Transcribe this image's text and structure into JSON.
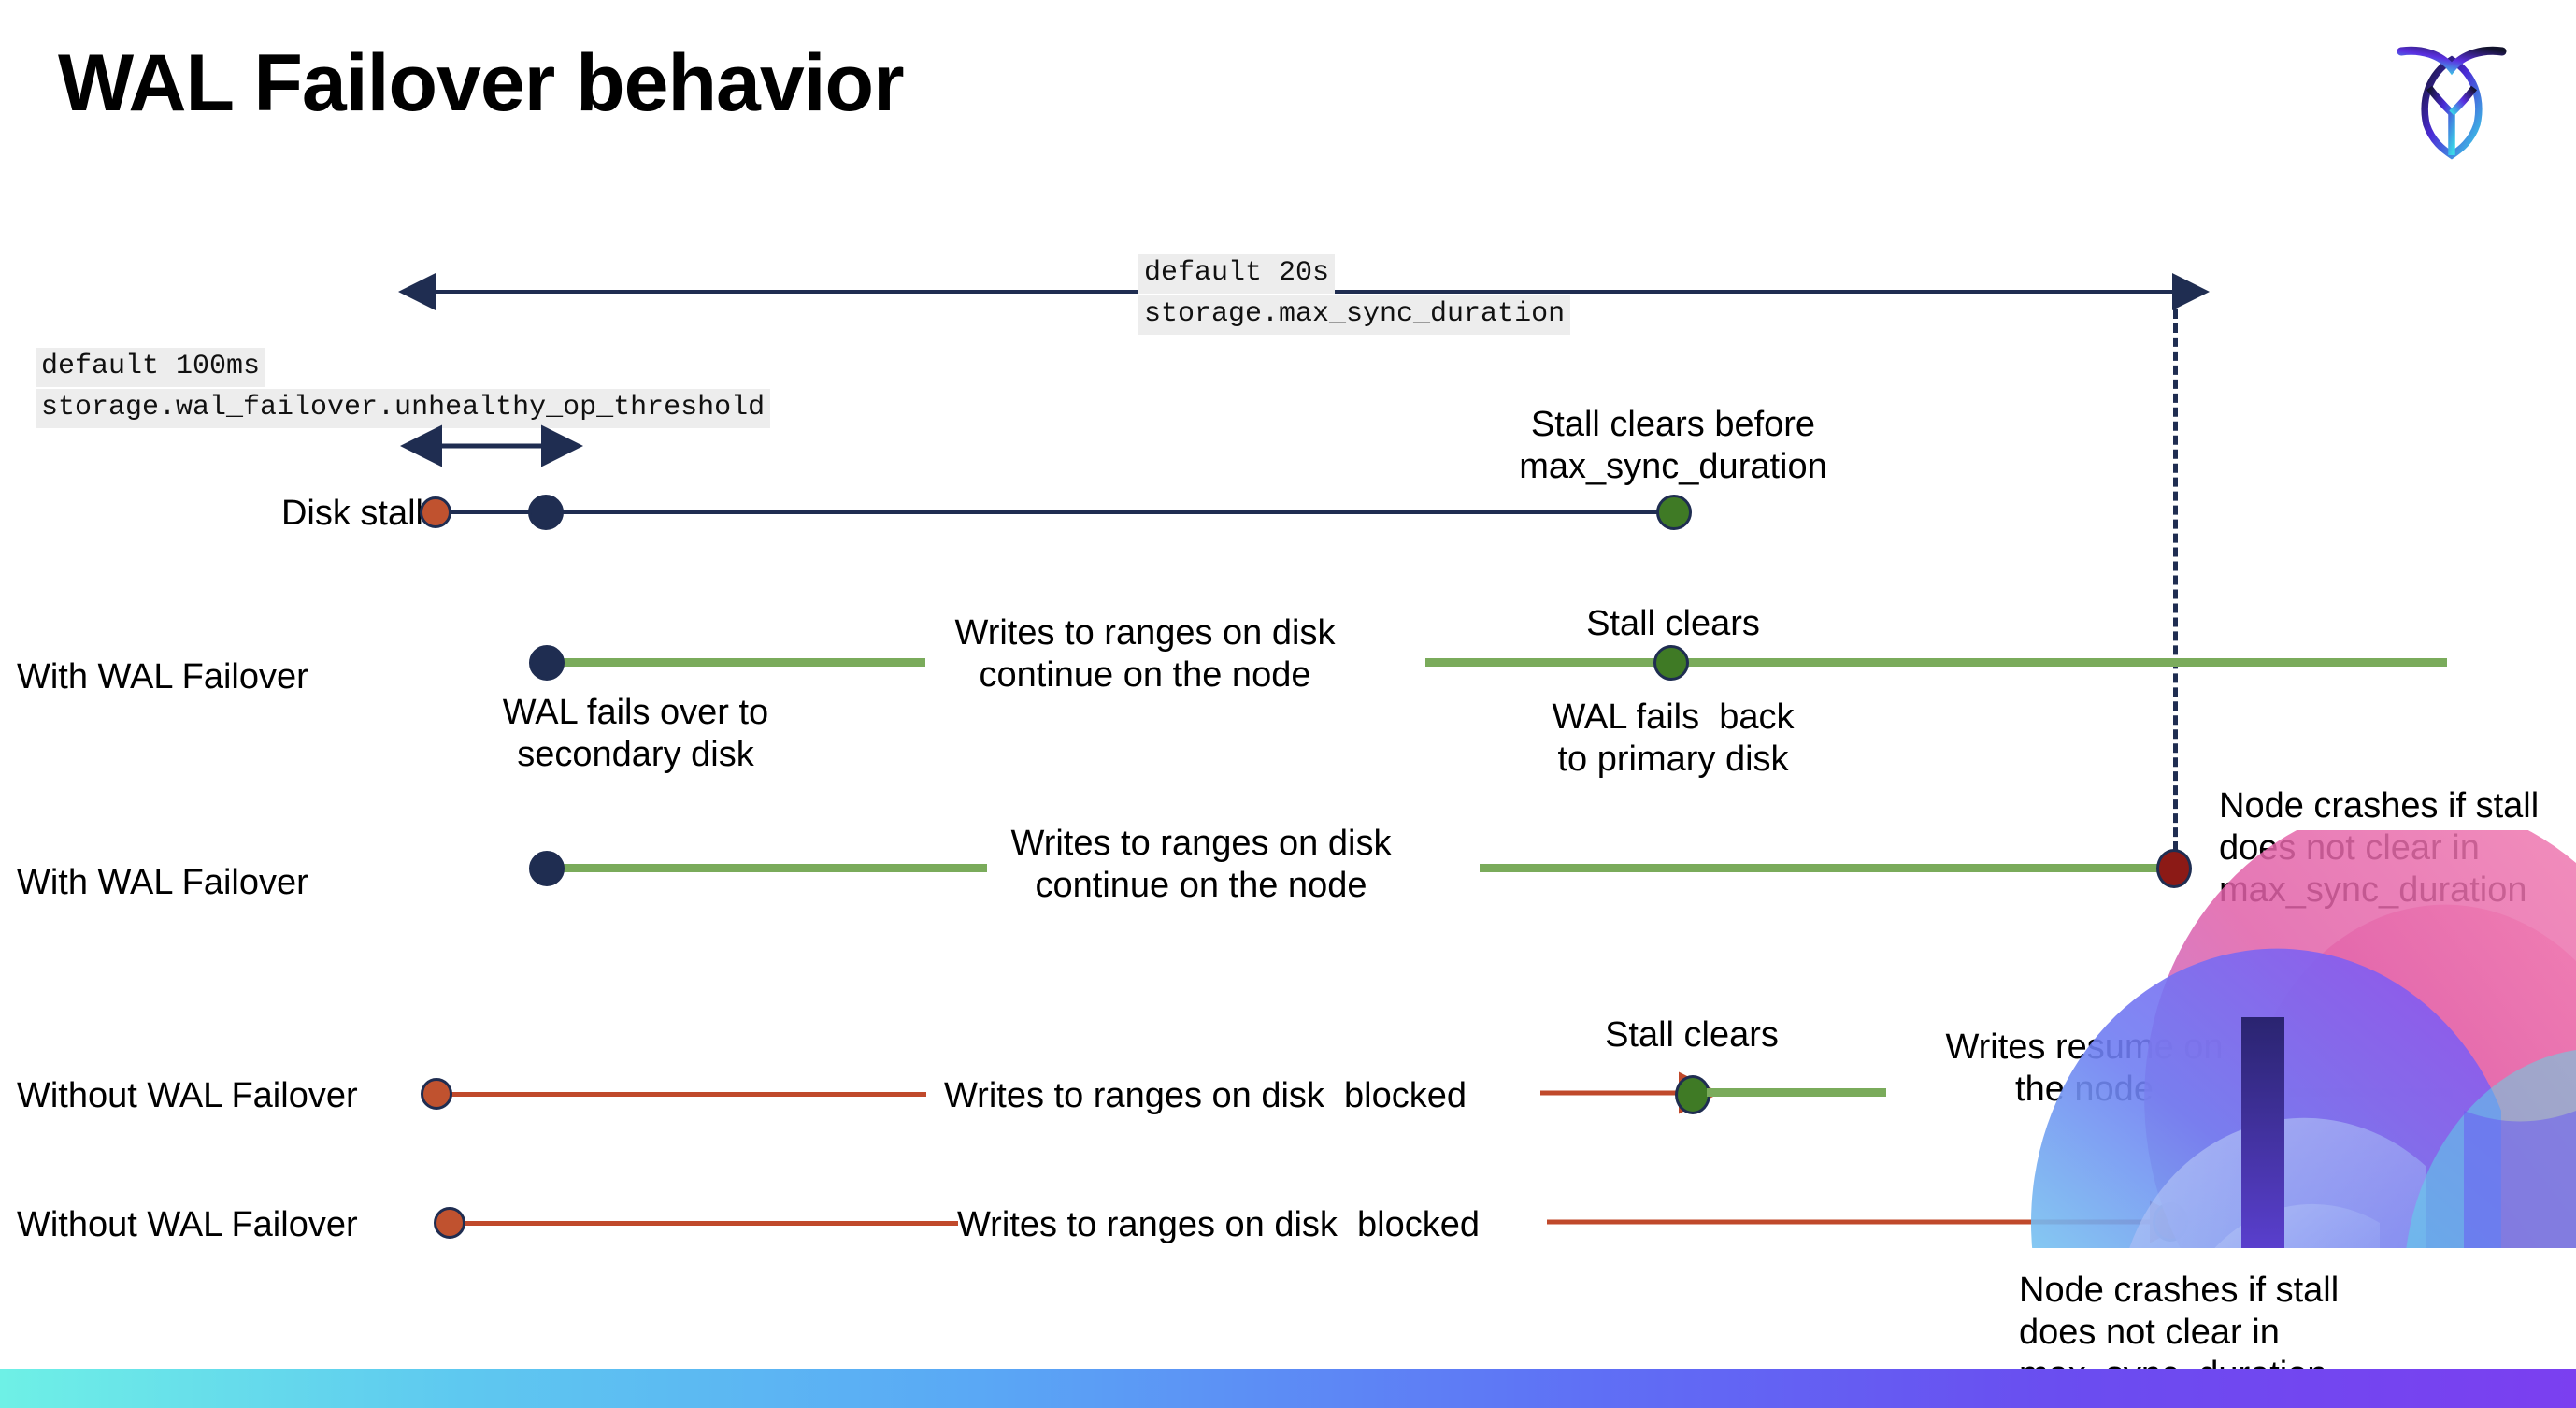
{
  "slide": {
    "title": "WAL Failover behavior",
    "logo_name": "cockroachdb-logo"
  },
  "settings": {
    "max_sync": {
      "default_label": "default 20s",
      "setting_label": "storage.max_sync_duration"
    },
    "unhealthy_op": {
      "default_label": "default 100ms",
      "setting_label": "storage.wal_failover.unhealthy_op_threshold"
    }
  },
  "rows": [
    {
      "id": "disk-stalls",
      "row_label": "Disk stalls",
      "annotations": [
        {
          "id": "stall-clears-before",
          "text": "Stall clears before\nmax_sync_duration"
        }
      ]
    },
    {
      "id": "with-wal-failover-1",
      "row_label": "With WAL Failover",
      "annotations": [
        {
          "id": "wal-fails-over",
          "text": "WAL fails over to\nsecondary disk"
        },
        {
          "id": "writes-continue-1",
          "text": "Writes to ranges on disk\ncontinue on the node"
        },
        {
          "id": "stall-clears-1",
          "text": "Stall clears"
        },
        {
          "id": "wal-fails-back",
          "text": "WAL fails  back\nto primary disk"
        }
      ]
    },
    {
      "id": "with-wal-failover-2",
      "row_label": "With WAL Failover",
      "annotations": [
        {
          "id": "writes-continue-2",
          "text": "Writes to ranges on disk\ncontinue on the node"
        },
        {
          "id": "node-crashes-1",
          "text": "Node crashes if stall\ndoes not clear in\nmax_sync_duration"
        }
      ]
    },
    {
      "id": "without-wal-failover-1",
      "row_label": "Without WAL Failover",
      "annotations": [
        {
          "id": "writes-blocked-1",
          "text": "Writes to ranges on disk  blocked"
        },
        {
          "id": "stall-clears-2",
          "text": "Stall clears"
        },
        {
          "id": "writes-resume",
          "text": "Writes resume on\nthe node"
        }
      ]
    },
    {
      "id": "without-wal-failover-2",
      "row_label": "Without WAL Failover",
      "annotations": [
        {
          "id": "writes-blocked-2",
          "text": "Writes to ranges on disk  blocked"
        },
        {
          "id": "node-crashes-2",
          "text": "Node crashes if stall\ndoes not clear in\nmax_sync_duration"
        }
      ]
    }
  ],
  "colors": {
    "navy": "#1f2d51",
    "green_line": "#7aab5b",
    "green_dot": "#3f7a25",
    "orange_dot": "#c0522f",
    "red_line": "#c0492b",
    "dark_red_dot": "#8c1a16",
    "code_bg": "#ededed",
    "bar_gradient_start": "#6ef0e6",
    "bar_gradient_end": "#7b3ff0"
  }
}
